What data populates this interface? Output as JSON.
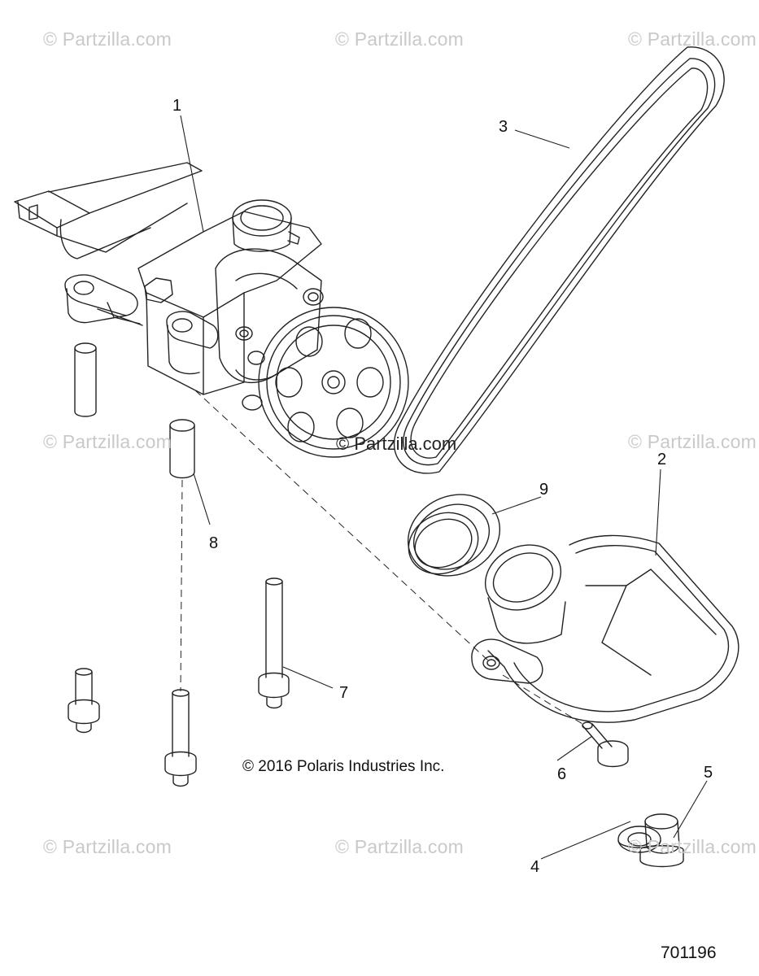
{
  "watermarks": {
    "text": "© Partzilla.com"
  },
  "center_watermark": "© Partzilla.com",
  "copyright": "© 2016 Polaris Industries Inc.",
  "drawing_number": "701196",
  "callouts": {
    "c1": "1",
    "c2": "2",
    "c3": "3",
    "c4": "4",
    "c5": "5",
    "c6": "6",
    "c7": "7",
    "c8": "8",
    "c9": "9"
  }
}
